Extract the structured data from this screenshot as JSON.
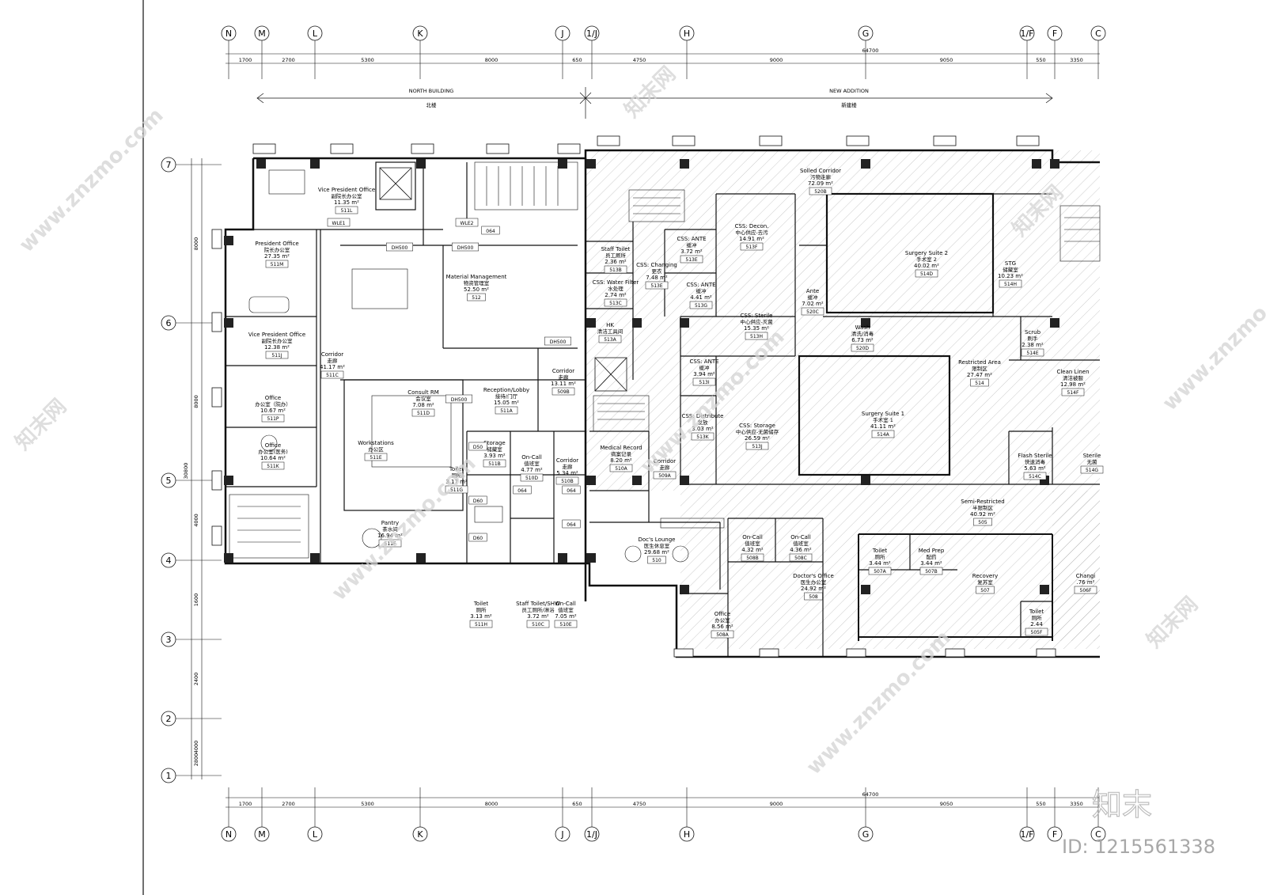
{
  "top_axes": [
    "N",
    "M",
    "L",
    "K",
    "J",
    "1/J",
    "H",
    "G",
    "1/F",
    "F",
    "C"
  ],
  "top_dims": [
    "1700",
    "2700",
    "5300",
    "8000",
    "650",
    "4750",
    "9000",
    "9050",
    "550",
    "3350"
  ],
  "total_dim": "64700",
  "row_axes": [
    "7",
    "6",
    "5",
    "4",
    "3",
    "2",
    "1"
  ],
  "row_dims": [
    "8000",
    "8000",
    "4000",
    "1600",
    "2400",
    "4000",
    "2800"
  ],
  "row_total": "30800",
  "buildings": {
    "north_en": "NORTH BUILDING",
    "north_cn": "北楼",
    "new_en": "NEW ADDITION",
    "new_cn": "新建楼"
  },
  "rooms": [
    {
      "en": "Vice President Office",
      "cn": "副院长办公室",
      "area": "11.35 m²",
      "code": "511L"
    },
    {
      "en": "President Office",
      "cn": "院长办公室",
      "area": "27.35 m²",
      "code": "511M"
    },
    {
      "en": "Vice President Office",
      "cn": "副院长办公室",
      "area": "12.38 m²",
      "code": "511J"
    },
    {
      "en": "Office",
      "cn": "办公室（院办）",
      "area": "10.67 m²",
      "code": "511P"
    },
    {
      "en": "Office",
      "cn": "办公室(医务)",
      "area": "10.64 m²",
      "code": "511K"
    },
    {
      "en": "Corridor",
      "cn": "走廊",
      "area": "41.17 m²",
      "code": "511C"
    },
    {
      "en": "Material Management",
      "cn": "物资管理室",
      "area": "52.50 m²",
      "code": "512"
    },
    {
      "en": "Consult RM",
      "cn": "会议室",
      "area": "7.08 m²",
      "code": "511D"
    },
    {
      "en": "Reception/Lobby",
      "cn": "接待/门厅",
      "area": "15.05 m²",
      "code": "511A"
    },
    {
      "en": "Corridor",
      "cn": "走廊",
      "area": "13.11 m²",
      "code": "509B"
    },
    {
      "en": "Workstations",
      "cn": "办公区",
      "area": "",
      "code": "511E"
    },
    {
      "en": "Toilet",
      "cn": "厕所",
      "area": "3.17 m²",
      "code": "511G"
    },
    {
      "en": "Storage",
      "cn": "储藏室",
      "area": "3.93 m²",
      "code": "511B"
    },
    {
      "en": "On-Call",
      "cn": "值班室",
      "area": "4.77 m²",
      "code": "510D"
    },
    {
      "en": "Corridor",
      "cn": "走廊",
      "area": "5.34 m²",
      "code": "510B"
    },
    {
      "en": "Pantry",
      "cn": "茶水间",
      "area": "16.94 m²",
      "code": "511F"
    },
    {
      "en": "Toilet",
      "cn": "厕所",
      "area": "3.13 m²",
      "code": "511H"
    },
    {
      "en": "Staff Toilet/SHW",
      "cn": "员工厕所/淋浴",
      "area": "3.72 m²",
      "code": "510C"
    },
    {
      "en": "On-Call",
      "cn": "值班室",
      "area": "7.05 m²",
      "code": "510E"
    },
    {
      "en": "Medical Record",
      "cn": "病案记录",
      "area": "8.20 m²",
      "code": "510A"
    },
    {
      "en": "Doc's Lounge",
      "cn": "医生休息室",
      "area": "29.68 m²",
      "code": "510"
    },
    {
      "en": "Staff Toilet",
      "cn": "员工厕所",
      "area": "2.36 m²",
      "code": "513B"
    },
    {
      "en": "CSS: Changing",
      "cn": "更衣",
      "area": "7.48 m²",
      "code": "513E"
    },
    {
      "en": "CSS: Water Filter",
      "cn": "水处理",
      "area": "2.74 m²",
      "code": "513C"
    },
    {
      "en": "HK",
      "cn": "清洁工具间",
      "area": "",
      "code": "513A"
    },
    {
      "en": "CSS: ANTE",
      "cn": "缓冲",
      "area": "3.72 m²",
      "code": "513E"
    },
    {
      "en": "CSS: ANTE",
      "cn": "缓冲",
      "area": "4.41 m²",
      "code": "513G"
    },
    {
      "en": "CSS: Decon.",
      "cn": "中心供应-去污",
      "area": "14.91 m²",
      "code": "513F"
    },
    {
      "en": "CSS: Sterile",
      "cn": "中心供应-灭菌",
      "area": "15.35 m²",
      "code": "513H"
    },
    {
      "en": "CSS: ANTE",
      "cn": "缓冲",
      "area": "3.94 m²",
      "code": "513I"
    },
    {
      "en": "CSS: Distribute",
      "cn": "发放",
      "area": "3.03 m²",
      "code": "513K"
    },
    {
      "en": "CSS: Storage",
      "cn": "中心供应-无菌储存",
      "area": "26.59 m²",
      "code": "513J"
    },
    {
      "en": "Solled Corridor",
      "cn": "污物走廊",
      "area": "72.09 m²",
      "code": "520B"
    },
    {
      "en": "Ante",
      "cn": "缓冲",
      "area": "7.02 m²",
      "code": "520C"
    },
    {
      "en": "Surgery Suite 2",
      "cn": "手术室 2",
      "area": "40.02 m²",
      "code": "514D"
    },
    {
      "en": "STG",
      "cn": "储藏室",
      "area": "10.23 m²",
      "code": "514H"
    },
    {
      "en": "Wash",
      "cn": "清洗/消毒",
      "area": "6.73 m²",
      "code": "520D"
    },
    {
      "en": "Restricted Area",
      "cn": "限制区",
      "area": "27.47 m²",
      "code": "514"
    },
    {
      "en": "Scrub",
      "cn": "刷手",
      "area": "2.38 m²",
      "code": "514E"
    },
    {
      "en": "Clean Linen",
      "cn": "清洁被服",
      "area": "12.98 m²",
      "code": "514F"
    },
    {
      "en": "Surgery Suite 1",
      "cn": "手术室 1",
      "area": "41.11 m²",
      "code": "514A"
    },
    {
      "en": "Flash Sterile",
      "cn": "快速消毒",
      "area": "5.63 m²",
      "code": "514C"
    },
    {
      "en": "Semi-Restricted",
      "cn": "半限制区",
      "area": "40.92 m²",
      "code": "505"
    },
    {
      "en": "On-Call",
      "cn": "值班室",
      "area": "4.32 m²",
      "code": "508B"
    },
    {
      "en": "On-Call",
      "cn": "值班室",
      "area": "4.36 m²",
      "code": "508C"
    },
    {
      "en": "Doctor's Office",
      "cn": "医生办公室",
      "area": "24.92 m²",
      "code": "508"
    },
    {
      "en": "Office",
      "cn": "办公室",
      "area": "8.56 m²",
      "code": "508A"
    },
    {
      "en": "Toilet",
      "cn": "厕所",
      "area": "3.44 m²",
      "code": "507A"
    },
    {
      "en": "Med Prep",
      "cn": "配药",
      "area": "3.44 m²",
      "code": "507B"
    },
    {
      "en": "Recovery",
      "cn": "复苏室",
      "area": "",
      "code": "507"
    },
    {
      "en": "Toilet",
      "cn": "厕所",
      "area": "2.44",
      "code": "505F"
    },
    {
      "en": "Changi",
      "cn": "",
      "area": ".76 m²",
      "code": "506F"
    },
    {
      "en": "Corridor",
      "cn": "走廊",
      "area": "",
      "code": "509A"
    },
    {
      "en": "Sterile",
      "cn": "无菌",
      "area": "",
      "code": "514G"
    }
  ],
  "tags": [
    "DH500",
    "DH500",
    "DH500",
    "DH500",
    "064",
    "D50",
    "D60",
    "D60",
    "064",
    "064",
    "064",
    "WLE1",
    "WLE2"
  ],
  "watermarks": [
    "www.znzmo.com",
    "知末网"
  ],
  "logo_text": "知末",
  "id_text": "ID: 1215561338",
  "colors": {
    "line": "#111111",
    "hatch": "#8a8a8a",
    "watermark": "#d4d4d4"
  }
}
